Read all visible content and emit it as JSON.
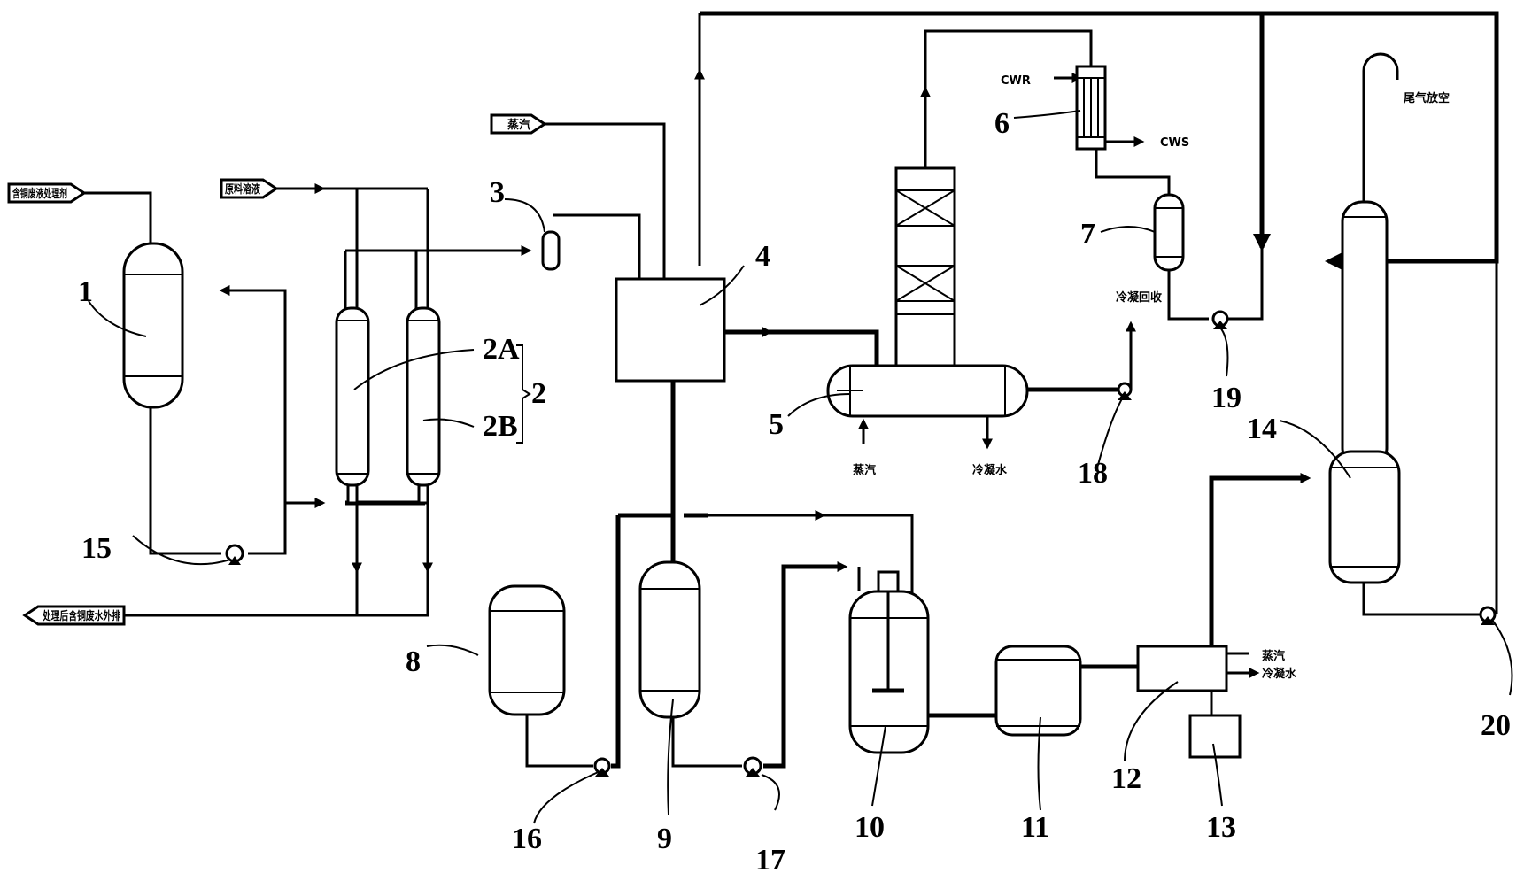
{
  "labels": {
    "eq1": "1",
    "eq2": "2",
    "eq2a": "2A",
    "eq2b": "2B",
    "eq3": "3",
    "eq4": "4",
    "eq5": "5",
    "eq6": "6",
    "eq7": "7",
    "eq8": "8",
    "eq9": "9",
    "eq10": "10",
    "eq11": "11",
    "eq12": "12",
    "eq13": "13",
    "eq14": "14",
    "eq15": "15",
    "eq16": "16",
    "eq17": "17",
    "eq18": "18",
    "eq19": "19",
    "eq20": "20"
  },
  "streams": {
    "cwr": "CWR",
    "cws": "CWS",
    "top_left_inlet": "含铜废液处理剂",
    "second_inlet": "原料溶液",
    "steam_tag": "蒸汽",
    "bottom_left_outlet": "处理后含铜废水外排",
    "vent": "尾气放空",
    "pump18_out": "冷凝回收",
    "steam_in_5": "蒸汽",
    "cond_out_5": "冷凝水",
    "steam_in_12": "蒸汽",
    "cond_out_12": "冷凝水"
  }
}
